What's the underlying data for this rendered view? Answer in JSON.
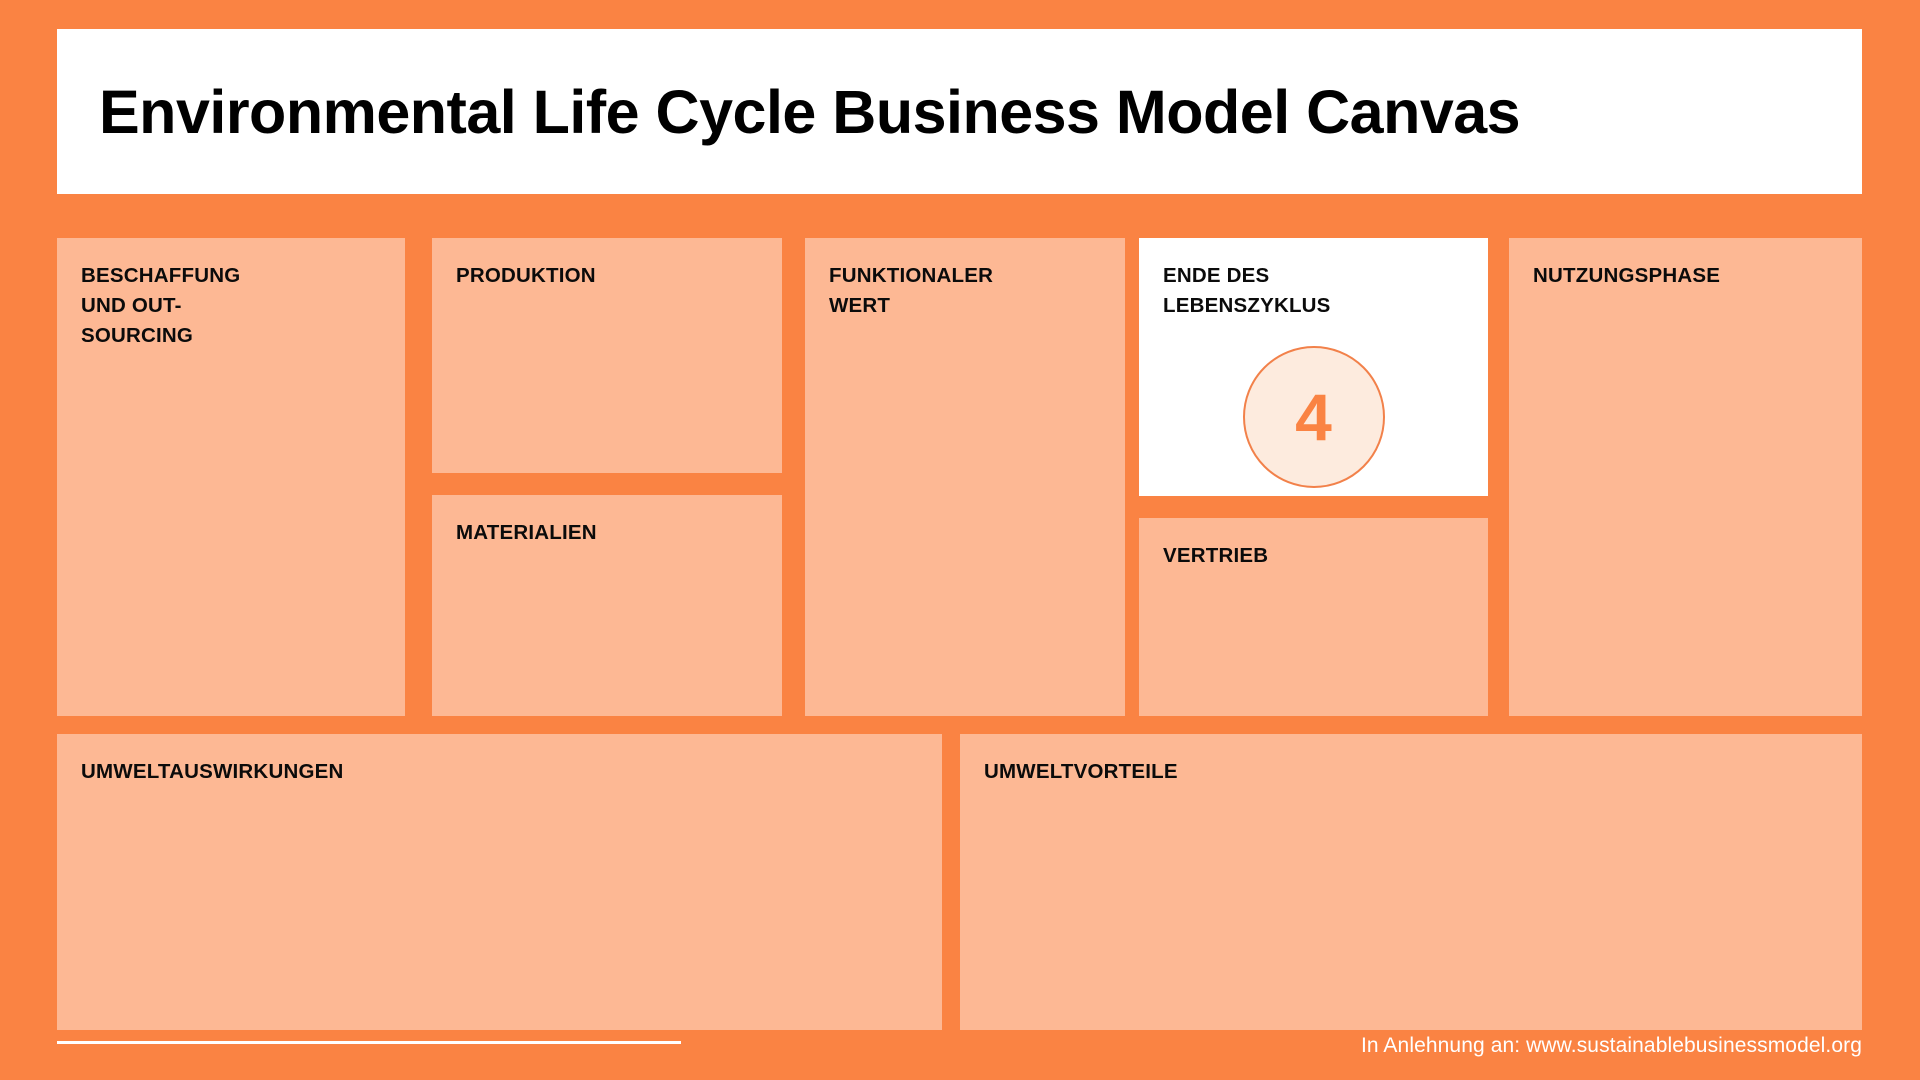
{
  "page": {
    "title": "Environmental Life Cycle Business Model Canvas",
    "background_color": "#FA8343",
    "card_color": "#FDB894",
    "highlight_card_color": "#FFFFFF",
    "title_banner_color": "#FFFFFF",
    "text_color": "#0B0B0B"
  },
  "blocks": [
    {
      "id": "beschaffung-und-outsourcing",
      "label": "BESCHAFFUNG\nUND OUT-\nSOURCING",
      "highlighted": false
    },
    {
      "id": "produktion",
      "label": "PRODUKTION",
      "highlighted": false
    },
    {
      "id": "materialien",
      "label": "MATERIALIEN",
      "highlighted": false
    },
    {
      "id": "funktionaler-wert",
      "label": "FUNKTIONALER\nWERT",
      "highlighted": false
    },
    {
      "id": "ende-des-lebenszyklus",
      "label": "ENDE DES\nLEBENSZYKLUS",
      "highlighted": true,
      "badge": {
        "number": "4",
        "fill_color": "#FDEBDE",
        "border_color": "#F2814A",
        "text_color": "#FA8343"
      }
    },
    {
      "id": "vertrieb",
      "label": "VERTRIEB",
      "highlighted": false
    },
    {
      "id": "nutzungsphase",
      "label": "NUTZUNGSPHASE",
      "highlighted": false
    },
    {
      "id": "umweltauswirkungen",
      "label": "UMWELTAUSWIRKUNGEN",
      "highlighted": false
    },
    {
      "id": "umweltvorteile",
      "label": "UMWELTVORTEILE",
      "highlighted": false
    }
  ],
  "footer": {
    "credit": "In Anlehnung an: www.sustainablebusinessmodel.org"
  }
}
